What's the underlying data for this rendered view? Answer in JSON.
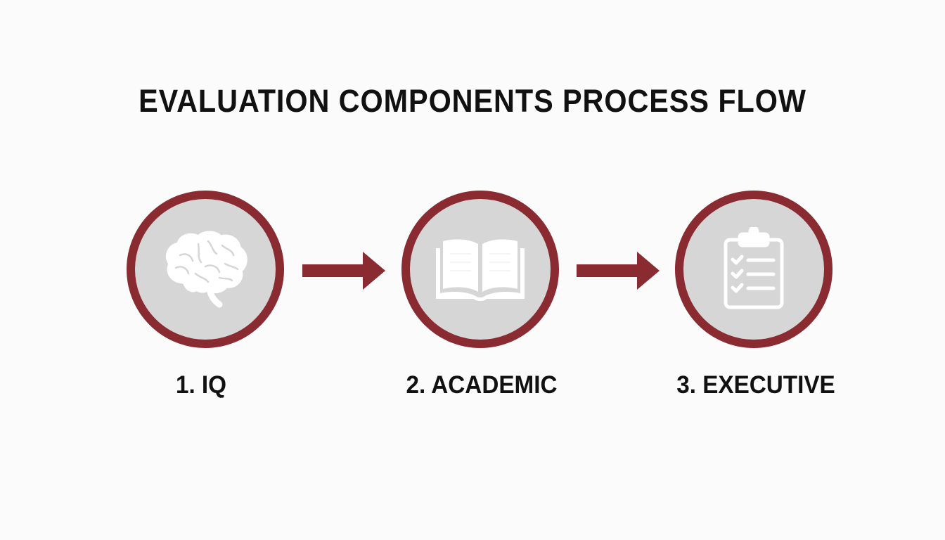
{
  "title": "EVALUATION COMPONENTS PROCESS FLOW",
  "colors": {
    "ring": "#8a2b31",
    "circle_fill": "#d6d6d6",
    "icon": "#ffffff",
    "arrow": "#8a2b31",
    "text": "#111111",
    "background": "#fbfbfb"
  },
  "steps": [
    {
      "label": "1. IQ",
      "icon": "brain-icon"
    },
    {
      "label": "2. ACADEMIC",
      "icon": "book-icon"
    },
    {
      "label": "3. EXECUTIVE",
      "icon": "clipboard-checklist-icon"
    }
  ],
  "connectors": [
    "arrow-right-icon",
    "arrow-right-icon"
  ]
}
